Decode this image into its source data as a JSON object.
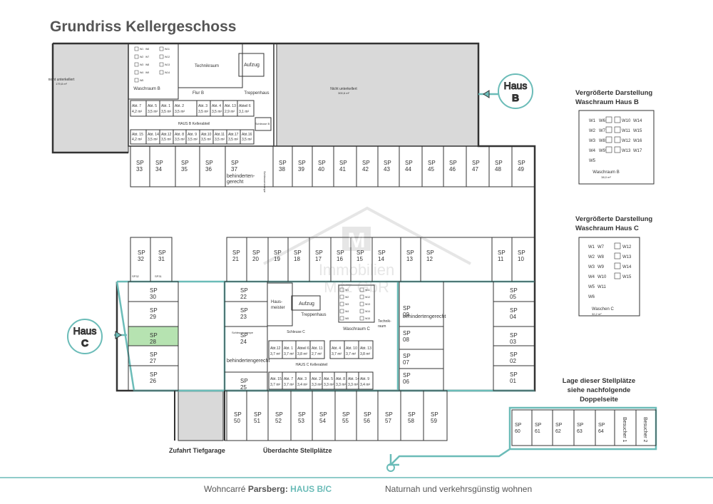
{
  "title": "Grundriss Kellergeschoss",
  "footer": {
    "left_prefix": "Wohncarré ",
    "left_brand": "Parsberg:",
    "left_haus": " HAUS B/C",
    "right": "Naturnah und verkehrsgünstig wohnen"
  },
  "colors": {
    "accent": "#6bbcb8",
    "highlight": "#b6e3b1",
    "hatch": "#d9d9d9",
    "wall": "#333333"
  },
  "markers": {
    "haus_b": [
      "Haus",
      "B"
    ],
    "haus_c": [
      "Haus",
      "C"
    ]
  },
  "watermark": [
    "M",
    "Immobilien",
    "Mitz GbR"
  ],
  "rooms": {
    "technikraum_b": "Technikraum",
    "aufzug_b": "Aufzug",
    "treppenhaus_b": "Treppenhaus",
    "flur_b": "Flur B",
    "waschraum_b": "Waschraum B",
    "schleuse_b": "Schleuse B",
    "kellerabteil_b": "HAUS B Kellerabteil",
    "nicht_unterkellert_left": [
      "nicht unterkellert",
      "179,8 m²"
    ],
    "nicht_unterkellert_right": [
      "Nicht unterkellert",
      "300,6 m²"
    ],
    "schleusenrampe_b": "Schleusenrampe",
    "hausmeister": [
      "Haus-",
      "meister"
    ],
    "aufzug_c": "Aufzug",
    "treppenhaus_c": "Treppenhaus",
    "technikraum_c": [
      "Technik-",
      "raum"
    ],
    "waschraum_c": "Waschraum C",
    "schleuse_c": "Schleuse C",
    "schleusenrampe_c": "Schleusenrampe",
    "kellerabteil_c": "HAUS C Kellerabteil",
    "zufahrt": "Zufahrt Tiefgarage",
    "ueberdacht": "Überdachte Stellplätze"
  },
  "abteile_b": {
    "top": [
      [
        "Abt. 7",
        "4,2 m²"
      ],
      [
        "Abt. 5",
        "3,5 m²"
      ],
      [
        "Abt. 1",
        "3,5 m²"
      ],
      [
        "Abt. 2",
        "3,5 m²"
      ],
      [
        "Abt. 3",
        "3,5 m²"
      ],
      [
        "Abt. 4",
        "3,5 m²"
      ],
      [
        "Abt. 13",
        "2,9 m²"
      ],
      [
        "Abteil 6",
        "3,1 m²"
      ]
    ],
    "bottom": [
      [
        "Abt. 15",
        "4,2 m²"
      ],
      [
        "Abt. 14",
        "3,5 m²"
      ],
      [
        "Abt.12",
        "3,5 m²"
      ],
      [
        "Abt. 8",
        "3,5 m²"
      ],
      [
        "Abt. 9",
        "3,5 m²"
      ],
      [
        "Abt.10",
        "3,5 m²"
      ],
      [
        "Abt.11",
        "3,5 m²"
      ],
      [
        "Abt.17",
        "3,5 m²"
      ],
      [
        "Abt.16",
        "3,5 m²"
      ]
    ]
  },
  "abteile_c": {
    "top": [
      [
        "Abt.12",
        "3,7 m²"
      ],
      [
        "Abt. 1",
        "3,7 m²"
      ],
      [
        "Abteil 6",
        "3,8 m²"
      ],
      [
        "Abt. 11",
        "2,7 m²"
      ],
      [
        "Abt. 4",
        "3,7 m²"
      ],
      [
        "Abt. 10",
        "3,7 m²"
      ],
      [
        "Abt. 13",
        "3,8 m²"
      ]
    ],
    "bottom": [
      [
        "Abt. 15",
        "3,7 m²"
      ],
      [
        "Abt. 7",
        "3,7 m²"
      ],
      [
        "Abt. 3",
        "3,4 m²"
      ],
      [
        "Abt. 2",
        "3,3 m²"
      ],
      [
        "Abt. 5",
        "3,3 m²"
      ],
      [
        "Abt. 8",
        "3,3 m²"
      ],
      [
        "Abt. 14",
        "3,3 m²"
      ],
      [
        "Abt. 9",
        "3,4 m²"
      ]
    ]
  },
  "parking": {
    "row_top": [
      "33",
      "34",
      "35",
      "36",
      "37",
      "38",
      "39",
      "40",
      "41",
      "42",
      "43",
      "44",
      "45",
      "46",
      "47",
      "48",
      "49"
    ],
    "sp37_extra": [
      "behinderten-",
      "gerecht"
    ],
    "row_mid_left": [
      "32",
      "31"
    ],
    "row_mid_right": [
      "21",
      "20",
      "19",
      "18",
      "17",
      "16",
      "15",
      "14",
      "13",
      "12",
      "11",
      "10"
    ],
    "mid_left_small": [
      "SP32",
      "SP31"
    ],
    "col_c_left": [
      "30",
      "29",
      "28",
      "27",
      "26"
    ],
    "col_c_mid": [
      "22",
      "23",
      "24",
      "25"
    ],
    "sp24_extra": "behindertengerecht",
    "col_c_right_a": [
      "09",
      "08",
      "07",
      "06"
    ],
    "sp09_extra": "behindertengerecht",
    "col_c_right_b": [
      "05",
      "04",
      "03",
      "02",
      "01"
    ],
    "row_bottom": [
      "50",
      "51",
      "52",
      "53",
      "54",
      "55",
      "56",
      "57",
      "58",
      "59"
    ],
    "lage_row": [
      "60",
      "61",
      "62",
      "63",
      "64"
    ],
    "besucher": [
      "Besucher 1",
      "Besucher 2"
    ],
    "highlighted": "28",
    "sp_label": "SP"
  },
  "sidebar": {
    "waschraum_b_title": [
      "Vergrößerte Darstellung",
      "Waschraum Haus B"
    ],
    "waschraum_c_title": [
      "Vergrößerte Darstellung",
      "Waschraum Haus C"
    ],
    "lage_note": [
      "Lage dieser Stellplätze",
      "siehe nachfolgende",
      "Doppelseite"
    ],
    "wasch_b_left": [
      "W1",
      "W2",
      "W3",
      "W4",
      "W5"
    ],
    "wasch_b_mid": [
      "W6",
      "W7",
      "W8",
      "W9",
      ""
    ],
    "wasch_b_right_a": [
      "W10",
      "W11",
      "W12",
      "W13"
    ],
    "wasch_b_right_b": [
      "W14",
      "W15",
      "W16",
      "W17"
    ],
    "wasch_b_caption": [
      "Waschraum B",
      "38,0 m²"
    ],
    "wasch_c_left": [
      "W1",
      "W2",
      "W3",
      "W4",
      "W5",
      "W6"
    ],
    "wasch_c_mid": [
      "W7",
      "W8",
      "W9",
      "W10",
      "W11"
    ],
    "wasch_c_right": [
      "W12",
      "W13",
      "W14",
      "W15"
    ],
    "wasch_c_caption": [
      "Waschen C",
      "32,2 m²"
    ]
  }
}
